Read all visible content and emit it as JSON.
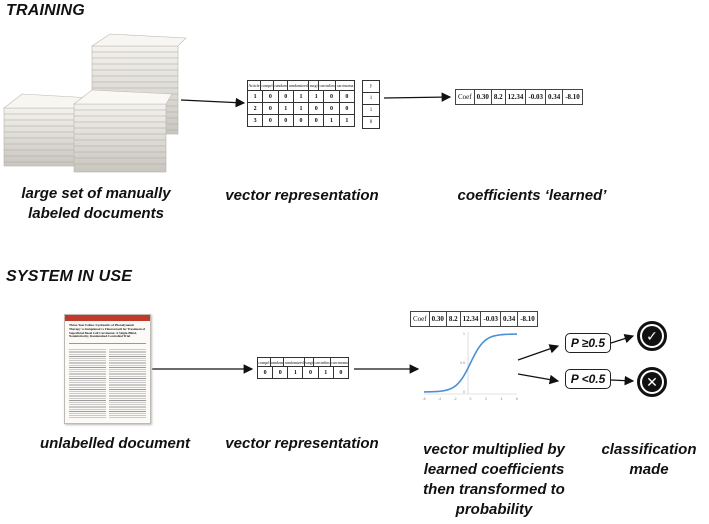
{
  "training": {
    "title": "TRAINING",
    "caption_docs": [
      "large set of manually",
      "labeled documents"
    ],
    "caption_vector": "vector representation",
    "caption_coef": "coefficients ‘learned’",
    "matrix_headers": [
      "Article",
      "comprl",
      "random",
      "randomized",
      "surgi",
      "carcinlim",
      "carcinoma"
    ],
    "matrix_rows": [
      [
        "1",
        "0",
        "0",
        "1",
        "1",
        "0",
        "0"
      ],
      [
        "2",
        "0",
        "1",
        "1",
        "0",
        "0",
        "0"
      ],
      [
        "3",
        "0",
        "0",
        "0",
        "0",
        "1",
        "1"
      ]
    ],
    "y_header": "y",
    "y_values": [
      "1",
      "1",
      "0"
    ]
  },
  "coefficients": {
    "label": "Coef",
    "values": [
      "0.30",
      "8.2",
      "12.34",
      "-0.03",
      "0.34",
      "-8.10"
    ]
  },
  "system_in_use": {
    "title": "SYSTEM IN USE",
    "caption_doc": "unlabelled document",
    "caption_vector": "vector representation",
    "caption_transform": [
      "vector multiplied by",
      "learned coefficients",
      "then transformed to",
      "probability"
    ],
    "caption_class": [
      "classification",
      "made"
    ],
    "doc_title": "Three-Year Follow-Up Results of Photodynamic Therapy vs Imiquimod vs Fluorouracil for Treatment of Superficial Basal Cell Carcinoma: A Single-Blind, Noninferiority, Randomized Controlled Trial",
    "vector_headers": [
      "comprl",
      "random",
      "randomized",
      "surgi",
      "carcinlim",
      "carcinoma"
    ],
    "vector_values": [
      "0",
      "0",
      "1",
      "0",
      "1",
      "0"
    ],
    "p_high": "P ≥0.5",
    "p_low": "P <0.5",
    "curve_axis_ticks": [
      "-6",
      "-4",
      "-2",
      "0",
      "2",
      "4",
      "6"
    ],
    "curve_y_ticks": [
      "0",
      "0.5",
      "1"
    ]
  },
  "icons": {
    "check": "check-circle-icon",
    "cross": "x-circle-icon"
  },
  "colors": {
    "curve": "#4a8fd8",
    "paper": "#e9e7e2"
  }
}
